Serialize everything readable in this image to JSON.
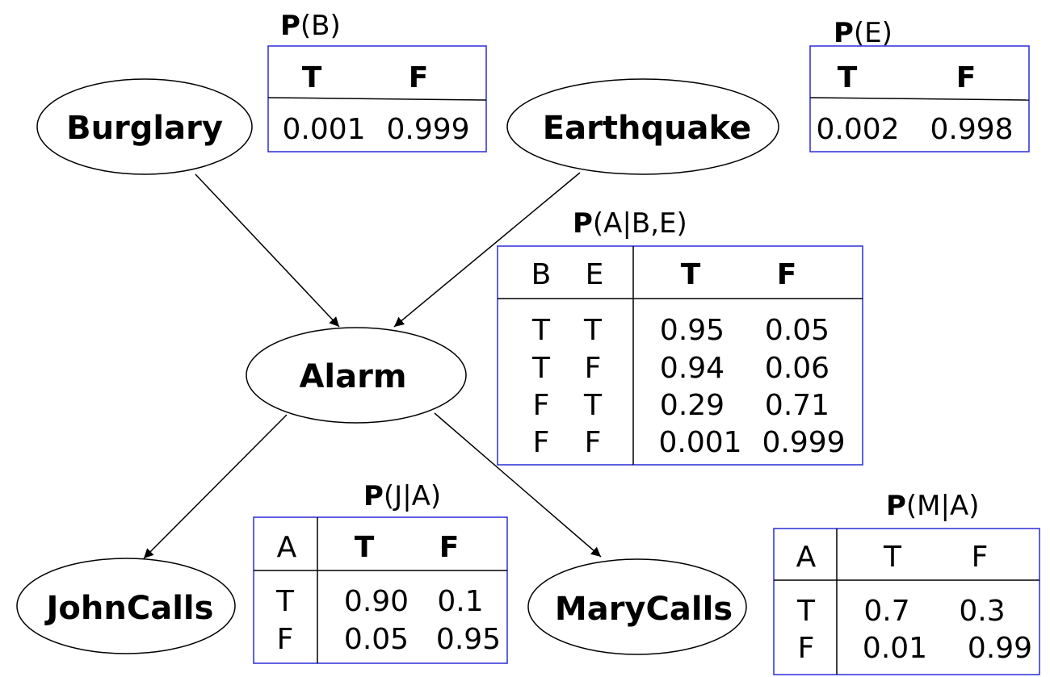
{
  "colors": {
    "table_border": "#2b2bd9",
    "ink": "#000000"
  },
  "nodes": {
    "burglary": "Burglary",
    "earthquake": "Earthquake",
    "alarm": "Alarm",
    "johncalls": "JohnCalls",
    "marycalls": "MaryCalls"
  },
  "cpt_b": {
    "title_prefix": "P",
    "title_rest": "(B)",
    "headers": [
      "T",
      "F"
    ],
    "row": [
      "0.001",
      "0.999"
    ]
  },
  "cpt_e": {
    "title_prefix": "P",
    "title_rest": "(E)",
    "headers": [
      "T",
      "F"
    ],
    "row": [
      "0.002",
      "0.998"
    ]
  },
  "cpt_a": {
    "title_prefix": "P",
    "title_rest": "(A|B,E)",
    "headers": [
      "B",
      "E",
      "T",
      "F"
    ],
    "rows": [
      [
        "T",
        "T",
        "0.95",
        "0.05"
      ],
      [
        "T",
        "F",
        "0.94",
        "0.06"
      ],
      [
        "F",
        "T",
        "0.29",
        "0.71"
      ],
      [
        "F",
        "F",
        "0.001",
        "0.999"
      ]
    ]
  },
  "cpt_j": {
    "title_prefix": "P",
    "title_rest": "(J|A)",
    "headers": [
      "A",
      "T",
      "F"
    ],
    "rows": [
      [
        "T",
        "0.90",
        "0.1"
      ],
      [
        "F",
        "0.05",
        "0.95"
      ]
    ]
  },
  "cpt_m": {
    "title_prefix": "P",
    "title_rest": "(M|A)",
    "headers": [
      "A",
      "T",
      "F"
    ],
    "rows": [
      [
        "T",
        "0.7",
        "0.3"
      ],
      [
        "F",
        "0.01",
        "0.99"
      ]
    ]
  }
}
